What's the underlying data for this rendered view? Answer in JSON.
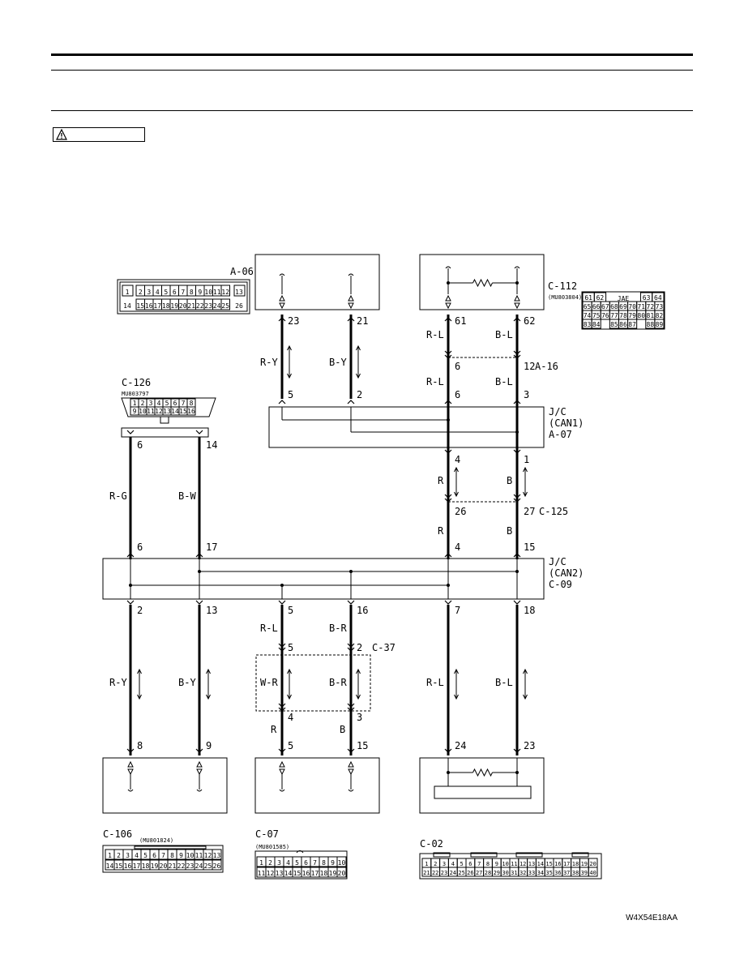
{
  "figure_code": "W4X54E18AA",
  "connectors": {
    "a06": {
      "name": "A-06",
      "top": [
        "1",
        "2",
        "3",
        "4",
        "5",
        "6",
        "7",
        "8",
        "9",
        "10",
        "11",
        "12",
        "13"
      ],
      "bottom": [
        "14",
        "15",
        "16",
        "17",
        "18",
        "19",
        "20",
        "21",
        "22",
        "23",
        "24",
        "25",
        "26"
      ]
    },
    "c112": {
      "name": "C-112",
      "part": "(MU803804)",
      "rows": [
        [
          "61",
          "62",
          "",
          "JAE",
          "",
          "63",
          "64"
        ],
        [
          "65",
          "66",
          "67",
          "68",
          "69",
          "70",
          "71",
          "72",
          "73"
        ],
        [
          "74",
          "75",
          "76",
          "77",
          "78",
          "79",
          "80",
          "81",
          "82"
        ],
        [
          "83",
          "84",
          "",
          "85",
          "86",
          "87",
          "",
          "88",
          "89"
        ]
      ]
    },
    "c126": {
      "name": "C-126",
      "part": "MU803797",
      "top": [
        "1",
        "2",
        "3",
        "4",
        "5",
        "6",
        "7",
        "8"
      ],
      "bottom": [
        "9",
        "10",
        "11",
        "12",
        "13",
        "14",
        "15",
        "16"
      ]
    },
    "c106": {
      "name": "C-106",
      "part": "(MU801824)",
      "top": [
        "1",
        "2",
        "3",
        "4",
        "5",
        "6",
        "7",
        "8",
        "9",
        "10",
        "11",
        "12",
        "13"
      ],
      "bottom": [
        "14",
        "15",
        "16",
        "17",
        "18",
        "19",
        "20",
        "21",
        "22",
        "23",
        "24",
        "25",
        "26"
      ]
    },
    "c07": {
      "name": "C-07",
      "part": "(MU801585)",
      "top": [
        "1",
        "2",
        "3",
        "4",
        "5",
        "6",
        "7",
        "8",
        "9",
        "10"
      ],
      "bottom": [
        "11",
        "12",
        "13",
        "14",
        "15",
        "16",
        "17",
        "18",
        "19",
        "20"
      ]
    },
    "c02": {
      "name": "C-02",
      "top": [
        "1",
        "2",
        "3",
        "4",
        "5",
        "6",
        "7",
        "8",
        "9",
        "10",
        "11",
        "12",
        "13",
        "14",
        "15",
        "16",
        "17",
        "18",
        "19",
        "20"
      ],
      "bottom": [
        "21",
        "22",
        "23",
        "24",
        "25",
        "26",
        "27",
        "28",
        "29",
        "30",
        "31",
        "32",
        "33",
        "34",
        "35",
        "36",
        "37",
        "38",
        "39",
        "40"
      ]
    }
  },
  "junctions": {
    "jc_can1": {
      "line1": "J/C",
      "line2": "(CAN1)",
      "line3": "A-07"
    },
    "jc_can2": {
      "line1": "J/C",
      "line2": "(CAN2)",
      "line3": "C-09"
    }
  },
  "intermediate": {
    "a16": "A-16",
    "c125": "C-125",
    "c37": "C-37"
  },
  "pins": {
    "a06_23": "23",
    "a06_21": "21",
    "c112_61": "61",
    "c112_62": "62",
    "a16_6": "6",
    "a16_12": "12",
    "can1_5": "5",
    "can1_2": "2",
    "can1_6": "6",
    "can1_3": "3",
    "can1_4": "4",
    "can1_1": "1",
    "c125_26": "26",
    "c125_27": "27",
    "c126_6": "6",
    "c126_14": "14",
    "can2_6": "6",
    "can2_17": "17",
    "can2_4": "4",
    "can2_15": "15",
    "can2_2": "2",
    "can2_13": "13",
    "can2_5": "5",
    "can2_16": "16",
    "can2_7": "7",
    "can2_18": "18",
    "c37_5": "5",
    "c37_2": "2",
    "c37_4": "4",
    "c37_3": "3",
    "c106_8": "8",
    "c106_9": "9",
    "c07_5": "5",
    "c07_15": "15",
    "c02_24": "24",
    "c02_23": "23"
  },
  "wire_colors": {
    "ry_top": "R-Y",
    "by_top": "B-Y",
    "rl_top": "R-L",
    "bl_top": "B-L",
    "rl_a16": "R-L",
    "bl_a16": "B-L",
    "r_c125": "R",
    "b_c125": "B",
    "r_can2": "R",
    "b_can2": "B",
    "rg": "R-G",
    "bw": "B-W",
    "ry_bot": "R-Y",
    "by_bot": "B-Y",
    "rl_c37": "R-L",
    "br_c37": "B-R",
    "wr": "W-R",
    "br_mid": "B-R",
    "r_c07": "R",
    "b_c07": "B",
    "rl_bot": "R-L",
    "bl_bot": "B-L"
  },
  "colors": {
    "line": "#000000",
    "background": "#ffffff"
  }
}
